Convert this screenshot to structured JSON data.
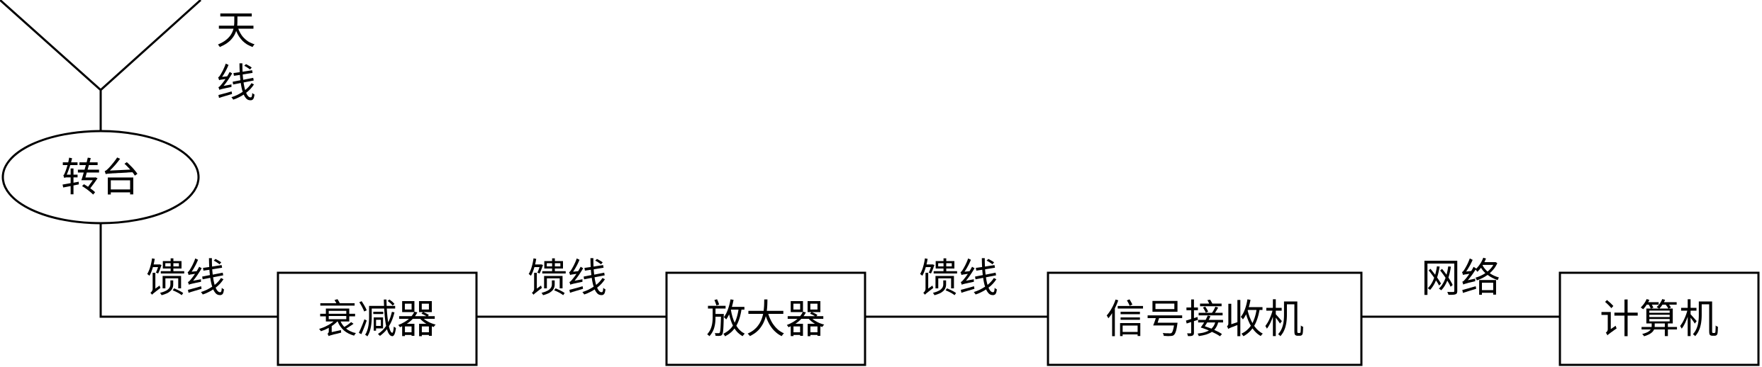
{
  "antenna": {
    "label_line1": "天",
    "label_line2": "线"
  },
  "turntable": {
    "label": "转台"
  },
  "blocks": {
    "attenuator": "衰减器",
    "amplifier": "放大器",
    "receiver": "信号接收机",
    "computer": "计算机"
  },
  "links": {
    "feeder_1": "馈线",
    "feeder_2": "馈线",
    "feeder_3": "馈线",
    "network": "网络"
  }
}
